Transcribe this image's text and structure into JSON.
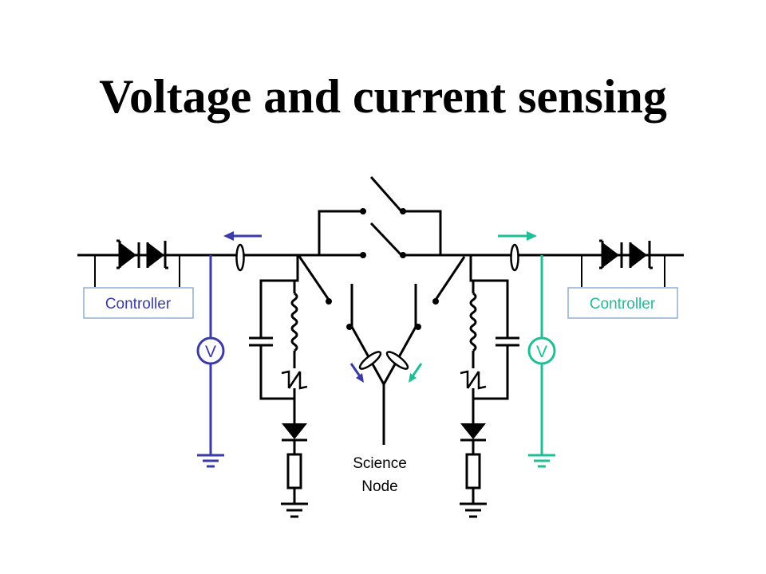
{
  "slide": {
    "title": "Voltage and current sensing"
  },
  "diagram": {
    "controller_left_label": "Controller",
    "controller_right_label": "Controller",
    "node_label_line1": "Science",
    "node_label_line2": "Node",
    "voltmeter_symbol": "V",
    "colors": {
      "line": "#000000",
      "left_sense": "#3a3aa8",
      "right_sense": "#1fbf96",
      "left_controller_text": "#3a3aa8",
      "right_controller_text": "#1fbf96",
      "controller_border": "#8fb0d0"
    }
  }
}
